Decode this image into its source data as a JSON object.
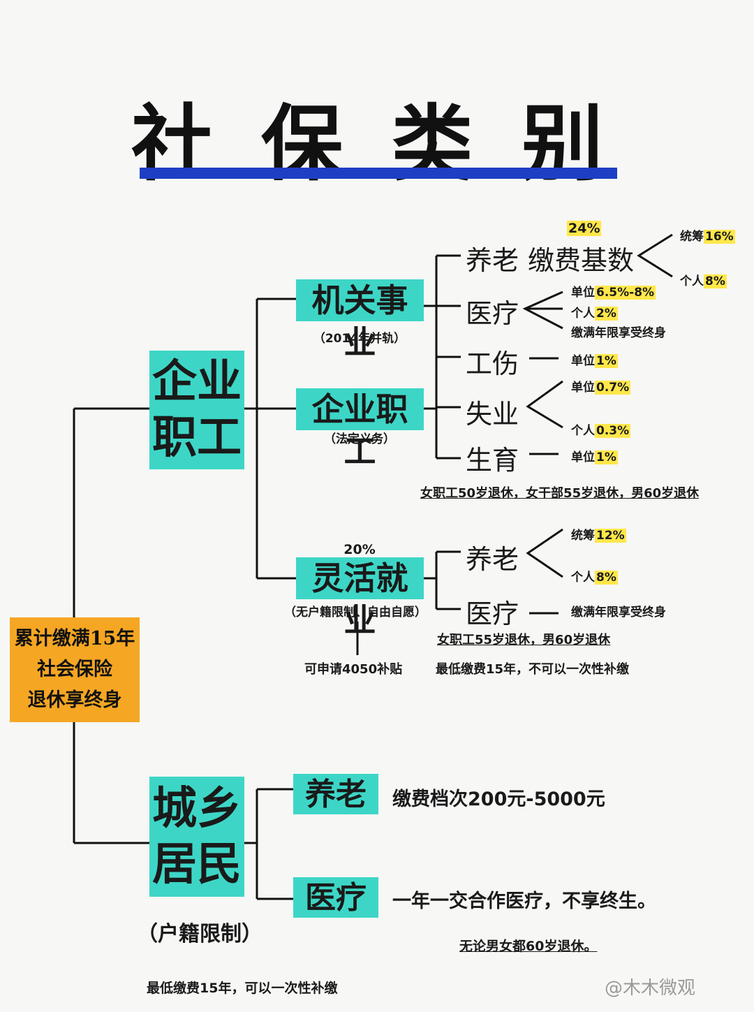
{
  "title": "社保类别",
  "center": {
    "text": [
      "累计缴满15年",
      "社会保险",
      "退休享终身"
    ]
  },
  "enterprise": {
    "label": [
      "企业",
      "职工"
    ],
    "categories": [
      {
        "name": "机关事业",
        "sub": "（2014年并轨）"
      },
      {
        "name": "企业职工",
        "sub": "（法定义务）"
      },
      {
        "name": "灵活就业",
        "sub": "（无户籍限制、自由自愿）",
        "pct": "20%",
        "extra": "可申请4050补贴"
      }
    ],
    "items": {
      "pension": {
        "label": "养老",
        "detail": "缴费基数",
        "pct": "24%",
        "branches": [
          {
            "text": "统筹",
            "pct": "16%"
          },
          {
            "text": "个人",
            "pct": "8%"
          }
        ]
      },
      "medical": {
        "label": "医疗",
        "branches": [
          {
            "text": "单位",
            "pct": "6.5%-8%"
          },
          {
            "text": "个人",
            "pct": "2%"
          },
          {
            "text": "缴满年限享受终身",
            "pct": ""
          }
        ]
      },
      "injury": {
        "label": "工伤",
        "branches": [
          {
            "text": "单位",
            "pct": "1%"
          }
        ]
      },
      "unemployment": {
        "label": "失业",
        "branches": [
          {
            "text": "单位",
            "pct": "0.7%"
          },
          {
            "text": "个人",
            "pct": "0.3%"
          }
        ]
      },
      "maternity": {
        "label": "生育",
        "branches": [
          {
            "text": "单位",
            "pct": "1%"
          }
        ]
      }
    },
    "retire_note": "女职工50岁退休，女干部55岁退休，男60岁退休",
    "flex": {
      "pension": {
        "label": "养老",
        "branches": [
          {
            "text": "统筹",
            "pct": "12%"
          },
          {
            "text": "个人",
            "pct": "8%"
          }
        ]
      },
      "medical": {
        "label": "医疗",
        "text": "缴满年限享受终身"
      },
      "retire_note": "女职工55岁退休，男60岁退休",
      "min_note": "最低缴费15年，不可以一次性补缴"
    }
  },
  "resident": {
    "label": [
      "城乡",
      "居民"
    ],
    "sub": "（户籍限制）",
    "pension": {
      "label": "养老",
      "text": "缴费档次200元-5000元"
    },
    "medical": {
      "label": "医疗",
      "text": "一年一交合作医疗，不享终生。"
    },
    "retire_note": "无论男女都60岁退休。",
    "min_note": "最低缴费15年，可以一次性补缴"
  },
  "watermark": "@木木微观",
  "colors": {
    "teal": "#3dd6c6",
    "orange": "#f5a623",
    "blue": "#1e3fc4",
    "highlight": "#ffe74a"
  }
}
